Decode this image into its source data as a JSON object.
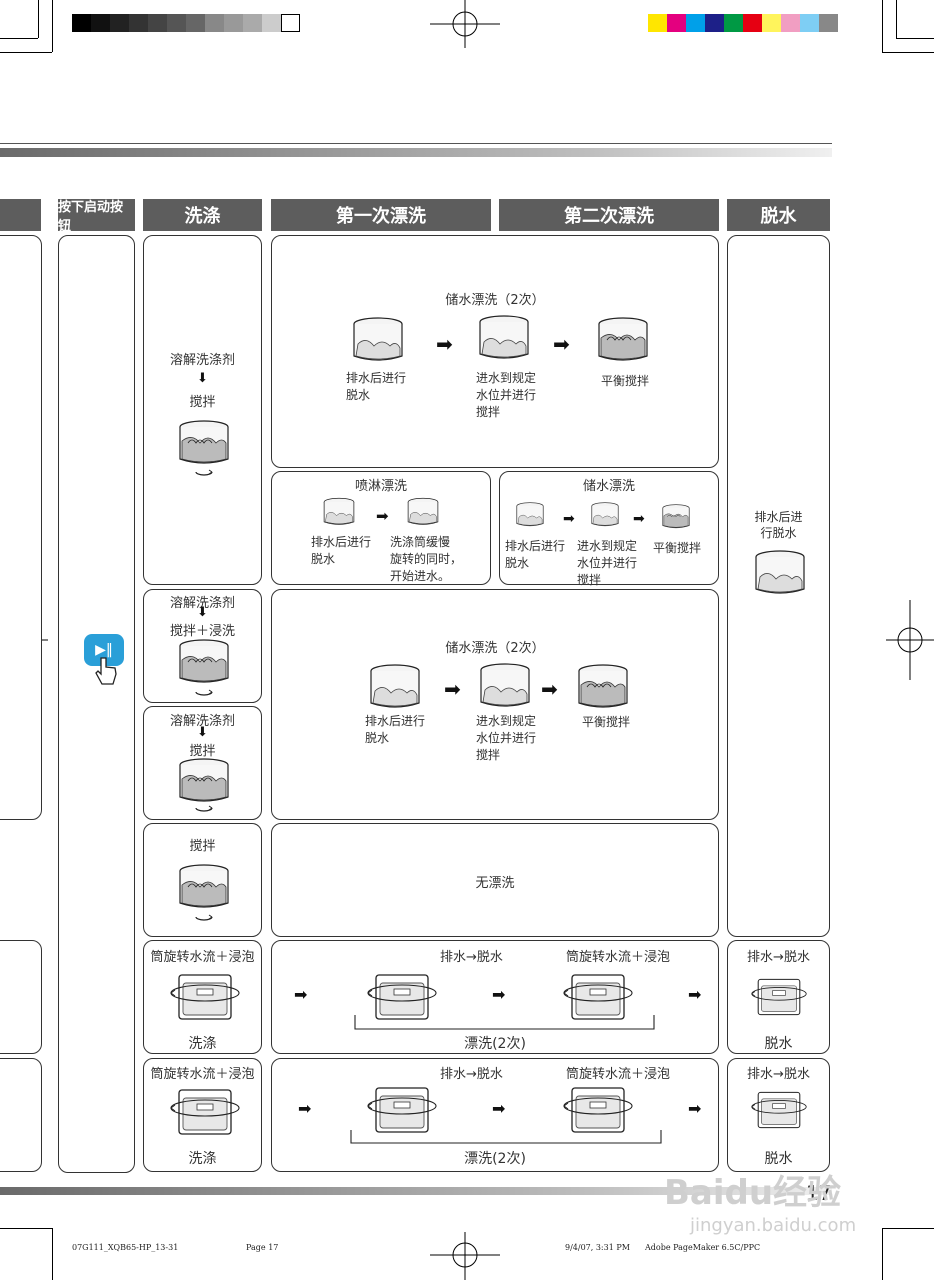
{
  "headers": {
    "start": "按下启动按钮",
    "wash": "洗涤",
    "rinse1": "第一次漂洗",
    "rinse2": "第二次漂洗",
    "spin": "脱水"
  },
  "wash_cells": {
    "r1_line1": "溶解洗涤剂",
    "r1_line2": "搅拌",
    "r2_line1": "溶解洗涤剂",
    "r2_line2": "搅拌＋浸洗",
    "r3_line1": "溶解洗涤剂",
    "r3_line2": "搅拌",
    "r4_line1": "搅拌",
    "r5_top": "筒旋转水流＋浸泡",
    "r5_bottom": "洗涤",
    "r6_top": "筒旋转水流＋浸泡",
    "r6_bottom": "洗涤"
  },
  "rinse_a": {
    "title": "储水漂洗（2次）",
    "step1": "排水后进行\n脱水",
    "step2": "进水到规定\n水位并进行\n搅拌",
    "step3": "平衡搅拌"
  },
  "rinse_b1": {
    "title": "喷淋漂洗",
    "step1": "排水后进行\n脱水",
    "step2": "洗涤筒缓慢\n旋转的同时，\n开始进水。"
  },
  "rinse_b2": {
    "title": "储水漂洗",
    "step1": "排水后进行\n脱水",
    "step2": "进水到规定\n水位并进行\n搅拌",
    "step3": "平衡搅拌"
  },
  "rinse_c": {
    "title": "储水漂洗（2次）",
    "step1": "排水后进行\n脱水",
    "step2": "进水到规定\n水位并进行\n搅拌",
    "step3": "平衡搅拌"
  },
  "rinse_d": {
    "text": "无漂洗"
  },
  "rinse_e": {
    "label1": "排水→脱水",
    "label2": "筒旋转水流＋浸泡",
    "bottom": "漂洗(2次)"
  },
  "rinse_f": {
    "label1": "排水→脱水",
    "label2": "筒旋转水流＋浸泡",
    "bottom": "漂洗(2次)"
  },
  "spin_cells": {
    "big_text": "排水后进\n行脱水",
    "r5_top": "排水→脱水",
    "r5_bottom": "脱水",
    "r6_top": "排水→脱水",
    "r6_bottom": "脱水"
  },
  "page_number": "17",
  "watermark": {
    "brand": "Baidu经验",
    "url": "jingyan.baidu.com"
  },
  "footer": {
    "file": "07G111_XQB65-HP_13-31",
    "page": "Page 17",
    "datetime": "9/4/07, 3:31 PM",
    "app": "Adobe PageMaker 6.5C/PPC"
  },
  "icons": {
    "start_button": "play-pause-button-icon",
    "hand": "pointing-hand-icon",
    "arrow": "right-arrow-icon",
    "drum": "washing-drum-icon"
  },
  "colors": {
    "header_bg": "#5d5d5d",
    "button_blue": "#2a9fd8",
    "watermark": "#cfcfcf"
  }
}
